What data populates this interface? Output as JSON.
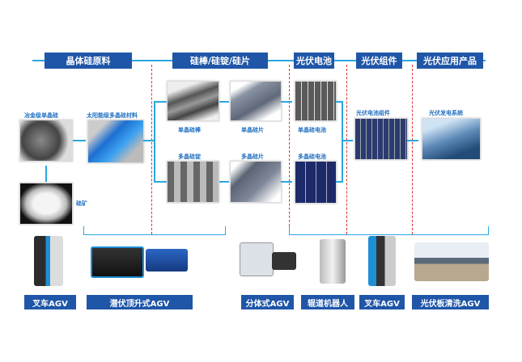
{
  "stages": [
    "晶体硅原料",
    "硅棒/硅锭/硅片",
    "光伏电池",
    "光伏组件",
    "光伏应用产品"
  ],
  "products": {
    "metallurgical": "冶金级单晶硅",
    "solar_poly": "太阳能级多晶硅材料",
    "ore": "硅矿",
    "mono_rod": "单晶硅棒",
    "mono_wafer": "单晶硅片",
    "poly_ingot": "多晶硅锭",
    "poly_wafer": "多晶硅片",
    "mono_cell": "单晶硅电池",
    "poly_cell": "多晶硅电池",
    "module": "光伏电池组件",
    "system": "光伏发电系统"
  },
  "robots": [
    "叉车AGV",
    "潜伏顶升式AGV",
    "分体式AGV",
    "辊道机器人",
    "叉车AGV",
    "光伏板清洗AGV"
  ],
  "colors": {
    "header": "#1f56a8",
    "arrow": "#29a8e0",
    "divider": "#e03030",
    "label": "#1f6fc0"
  }
}
